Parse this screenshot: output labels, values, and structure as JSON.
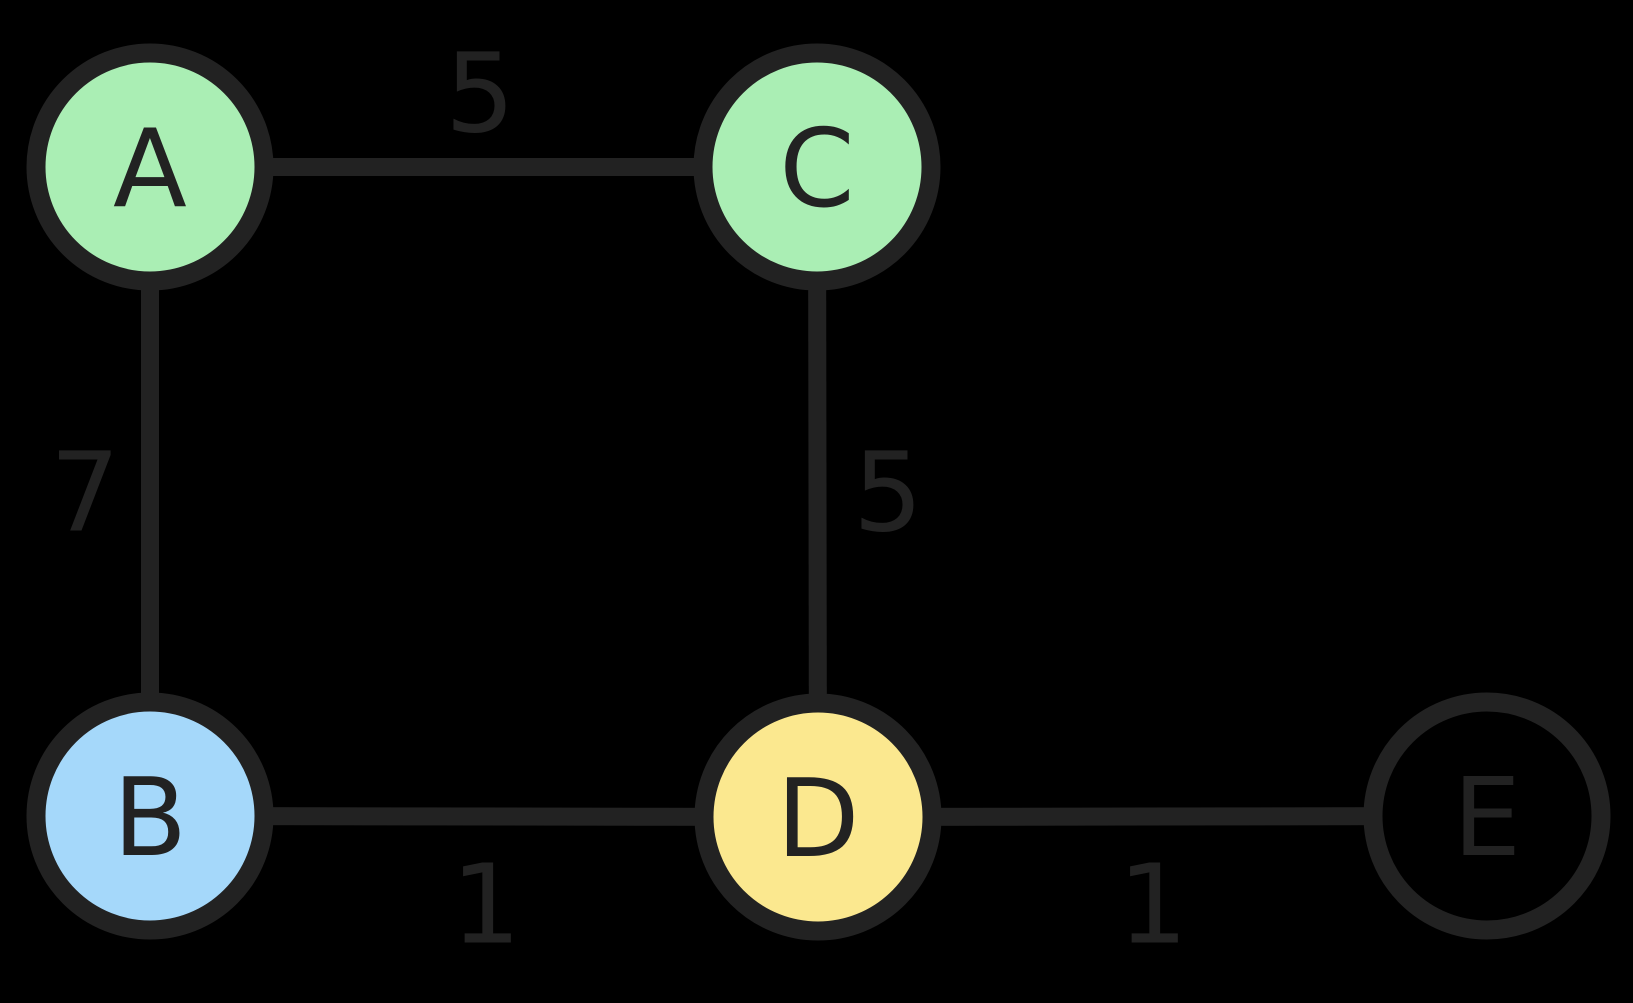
{
  "colors": {
    "background": "#000000",
    "edge_stroke": "#222222",
    "label_text": "#222222",
    "node_green": "#aaeeb4",
    "node_blue": "#a5d8fa",
    "node_yellow": "#fbe88f",
    "node_unfilled": "#000000"
  },
  "graph": {
    "nodes": [
      {
        "id": "A",
        "label": "A",
        "fill": "#aaeeb4"
      },
      {
        "id": "B",
        "label": "B",
        "fill": "#a5d8fa"
      },
      {
        "id": "C",
        "label": "C",
        "fill": "#aaeeb4"
      },
      {
        "id": "D",
        "label": "D",
        "fill": "#fbe88f"
      },
      {
        "id": "E",
        "label": "E",
        "fill": "#000000"
      }
    ],
    "edges": [
      {
        "from": "A",
        "to": "C",
        "weight": "5"
      },
      {
        "from": "A",
        "to": "B",
        "weight": "7"
      },
      {
        "from": "C",
        "to": "D",
        "weight": "5"
      },
      {
        "from": "B",
        "to": "D",
        "weight": "1"
      },
      {
        "from": "D",
        "to": "E",
        "weight": "1"
      }
    ]
  }
}
